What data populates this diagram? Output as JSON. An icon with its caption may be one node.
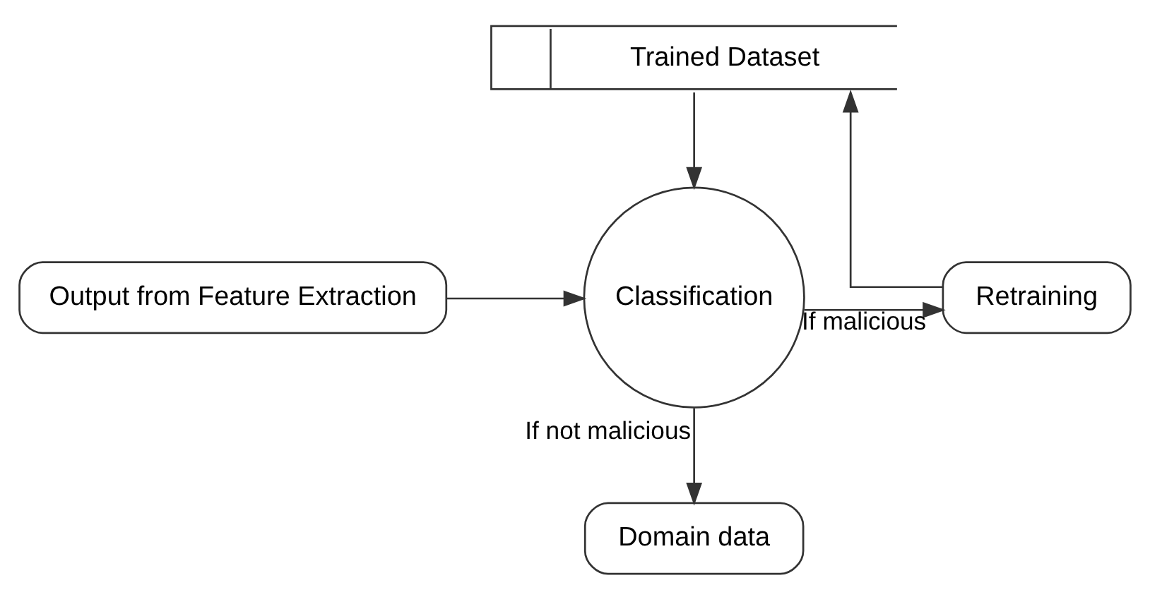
{
  "diagram": {
    "nodes": [
      {
        "text": [
          "Trained Dataset"
        ]
      },
      {
        "text": [
          "Output from Feature Extraction"
        ]
      },
      {
        "text": [
          "Classification"
        ]
      },
      {
        "text": [
          "Retraining"
        ]
      },
      {
        "text": [
          "Domain data"
        ]
      }
    ],
    "edges": [
      {
        "from": 0,
        "to": 2,
        "arrow": "to"
      },
      {
        "from": 1,
        "to": 2,
        "arrow": "to"
      },
      {
        "from": 2,
        "to": 3,
        "arrow": "to",
        "label": "If malicious"
      },
      {
        "from": 3,
        "to": 0,
        "arrow": "to"
      },
      {
        "from": 2,
        "to": 4,
        "arrow": "to",
        "label": "If not malicious"
      }
    ]
  }
}
